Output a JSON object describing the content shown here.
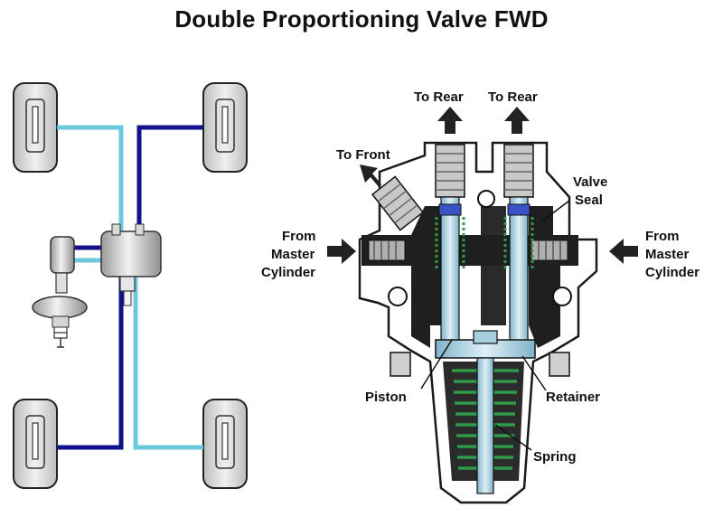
{
  "title": "Double Proportioning Valve FWD",
  "labels": {
    "to_rear_left": "To Rear",
    "to_rear_right": "To Rear",
    "to_front": "To Front",
    "valve_seal": [
      "Valve",
      "Seal"
    ],
    "from_master_left": [
      "From",
      "Master",
      "Cylinder"
    ],
    "from_master_right": [
      "From",
      "Master",
      "Cylinder"
    ],
    "piston": "Piston",
    "retainer": "Retainer",
    "spring": "Spring"
  },
  "colors": {
    "light_line": "#6cc8dc",
    "dark_line": "#12128c",
    "body_gray": "#1e1e1e",
    "piston_fill": "#a7cfe0",
    "spring_green": "#2f9a4a",
    "tire_fill": "#d6d6d6"
  }
}
